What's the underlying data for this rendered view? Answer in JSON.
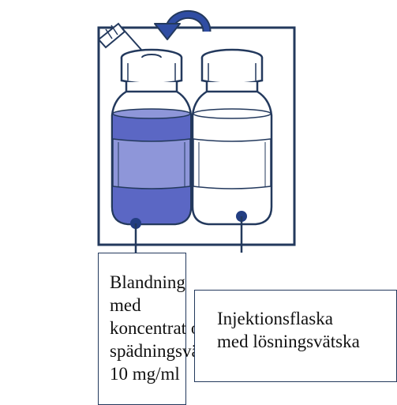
{
  "labels": {
    "left_vial": {
      "lines": [
        "Blandning med",
        "koncentrat och",
        "spädningsvätska",
        "10 mg/ml"
      ]
    },
    "right_vial": {
      "lines": [
        "Injektionsflaska",
        "med lösningsvätska"
      ]
    }
  },
  "colors": {
    "outline": "#23395d",
    "liquid": "#5b67c4",
    "liquid_light": "#8e96d9",
    "dot": "#233e82",
    "arrow": "#2f4da3"
  },
  "icons": {
    "arrow": "curved-transfer-arrow-icon",
    "syringe": "syringe-needle-icon",
    "vial": "vial-icon"
  }
}
